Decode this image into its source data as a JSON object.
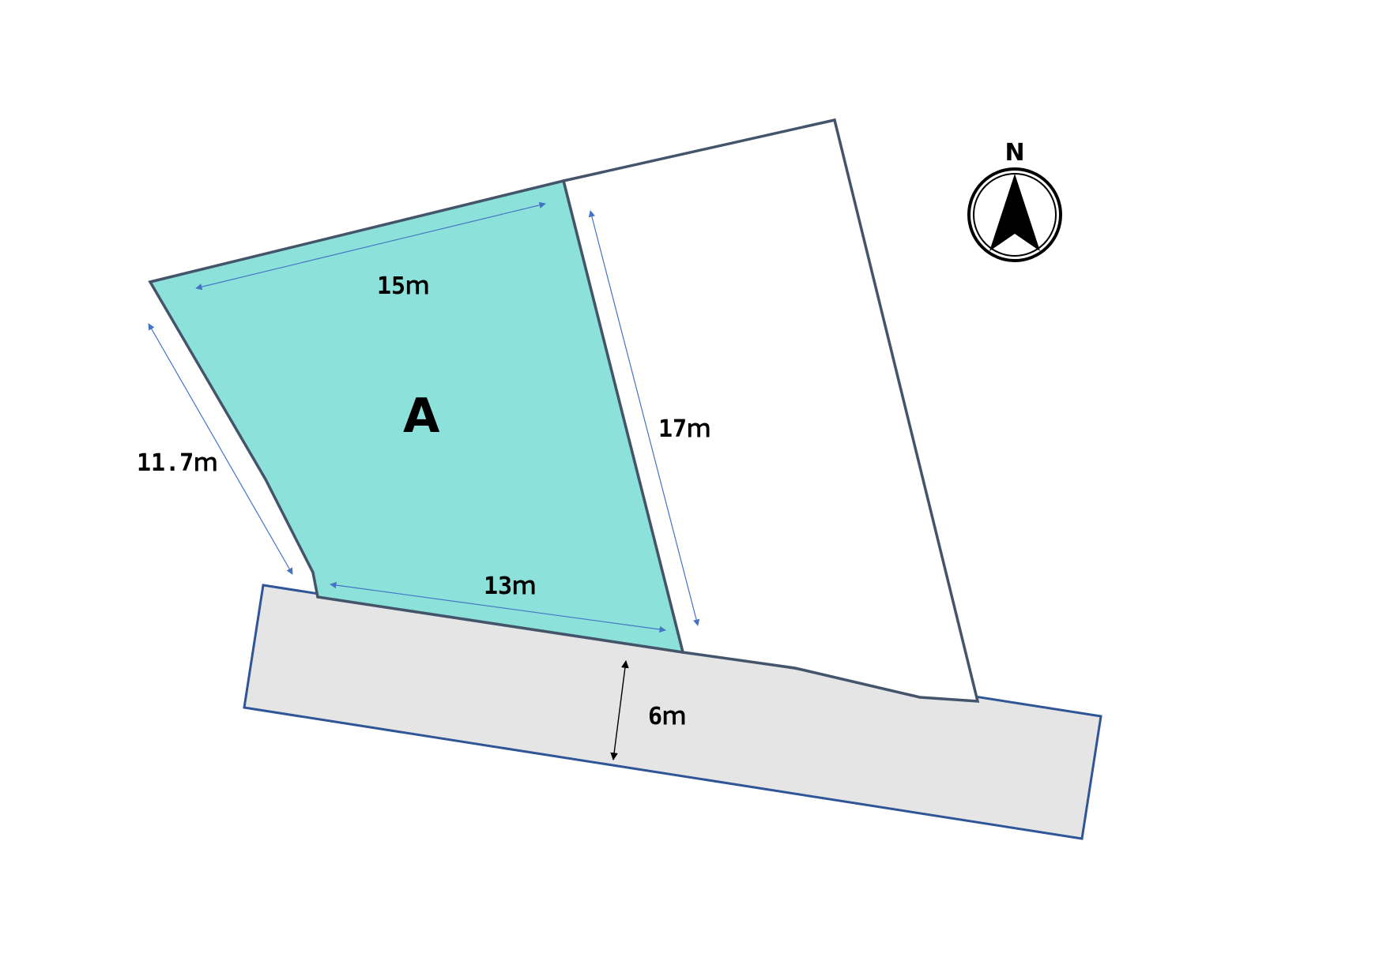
{
  "lot": {
    "label": "A",
    "color": "#8ce2da"
  },
  "road": {
    "color": "#e5e5e6",
    "width_label": "6ｍ"
  },
  "neighbor_lot": {
    "color": "#ffffff"
  },
  "dimensions": {
    "north_side": "15ｍ",
    "east_side": "17ｍ",
    "south_side": "13ｍ",
    "west_side": "11.7ｍ"
  },
  "compass": {
    "label": "N",
    "icon": "north-arrow-icon"
  },
  "colors": {
    "outline": "#44546a",
    "road_outline": "#2f5597",
    "dimension_arrow": "#4472c4"
  }
}
